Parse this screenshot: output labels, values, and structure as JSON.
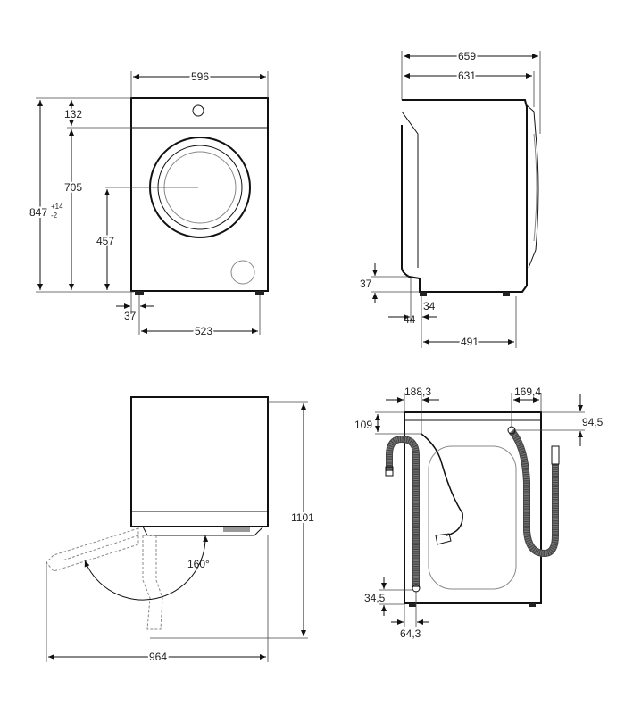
{
  "front_view": {
    "width": "596",
    "top_panel": "132",
    "door_height": "705",
    "total_height": "847",
    "tol_plus": "+14",
    "tol_minus": "-2",
    "door_center": "457",
    "foot_offset": "37",
    "foot_span": "523"
  },
  "side_view": {
    "depth_total": "659",
    "depth_body": "631",
    "foot_height": "37",
    "foot_dim": "34",
    "foot_offset": "44",
    "foot_span": "491"
  },
  "top_view": {
    "depth_open": "1101",
    "width_open": "964",
    "door_angle": "160°"
  },
  "back_view": {
    "drain_offset": "188,3",
    "inlet_offset": "169,4",
    "drain_height": "109",
    "inlet_height": "94,5",
    "hose_bottom": "34,5",
    "hose_side": "64,3"
  }
}
